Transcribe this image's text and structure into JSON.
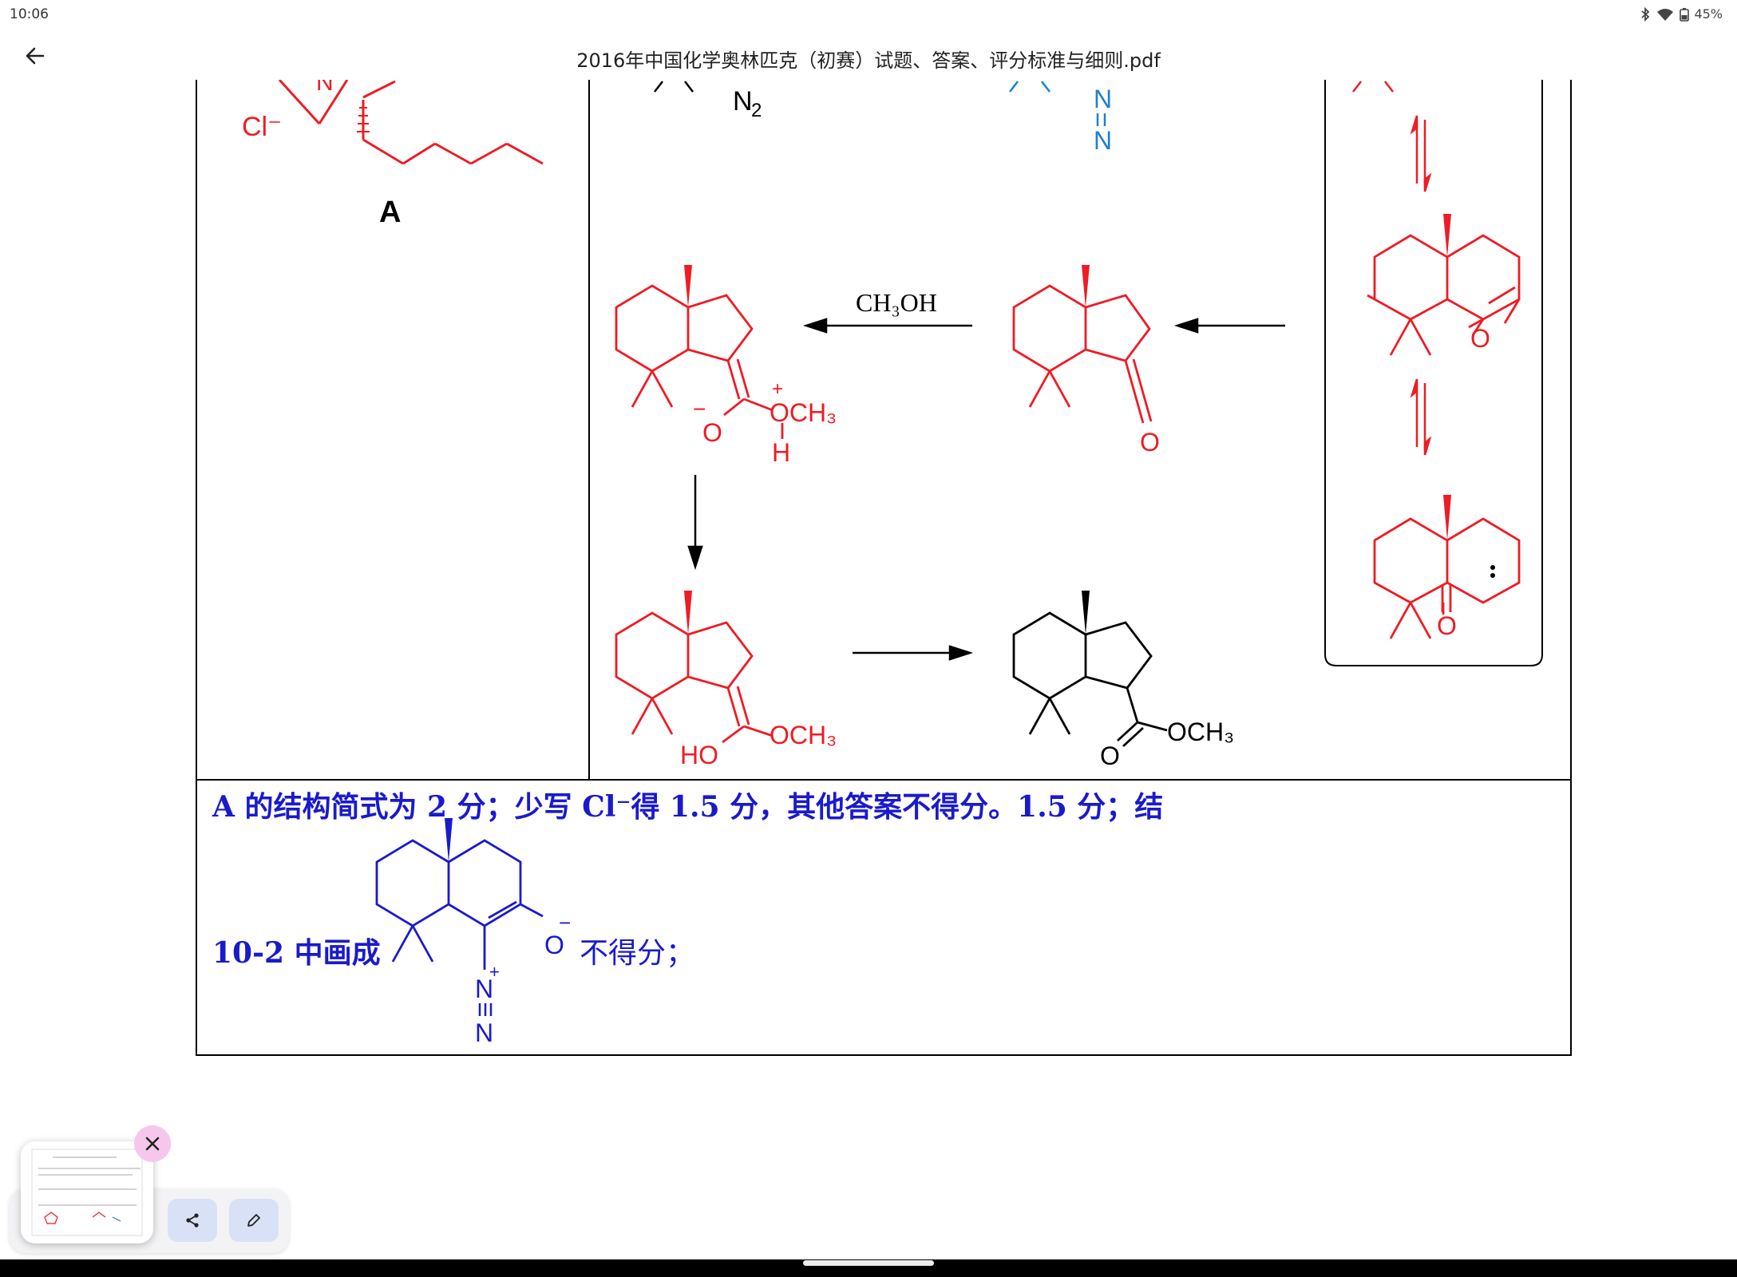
{
  "status_bar": {
    "time": "10:06",
    "battery": "45%"
  },
  "app_bar": {
    "title": "2016年中国化学奥林匹克（初赛）试题、答案、评分标准与细则.pdf"
  },
  "molecule_labels": {
    "cl_minus": "Cl⁻",
    "n_plus": "N",
    "compound_a": "A",
    "n2": "N",
    "n2_sub": "2",
    "n_top": "N",
    "n_bottom": "N",
    "reagent": "CH₃OH",
    "o_minus": "O",
    "minus": "−",
    "plus": "+",
    "och3": "OCH₃",
    "h": "H",
    "o": "O",
    "ho": "HO"
  },
  "notes": {
    "line1": "A 的结构简式为 2 分；少写 Cl⁻得 1.5 分，其他答案不得分。1.5 分；结",
    "line2_prefix": "10-2 中画成",
    "line2_suffix": "不得分；",
    "diazo_o": "O",
    "diazo_n1": "N",
    "diazo_n2": "N"
  },
  "colors": {
    "red": "#ee1c24",
    "blue": "#1a1acc",
    "cyan": "#1f7fd0",
    "black": "#000000"
  },
  "icons": [
    "back-arrow-icon",
    "bluetooth-icon",
    "wifi-icon",
    "battery-icon",
    "close-icon",
    "share-icon",
    "edit-icon"
  ]
}
